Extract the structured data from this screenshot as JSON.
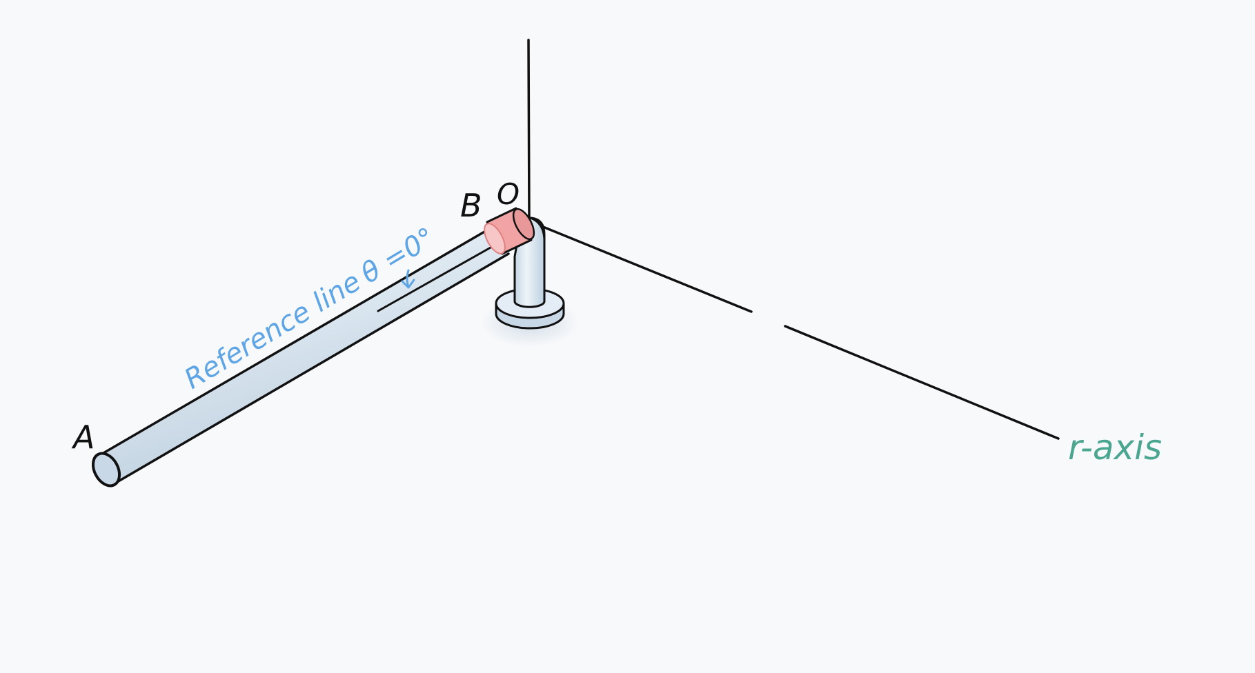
{
  "labels": {
    "point_a": "A",
    "point_b": "B",
    "point_o": "O",
    "reference_line": "Reference line",
    "theta": "θ =0°",
    "r_axis": "r-axis"
  },
  "colors": {
    "background": "#f8f9fb",
    "ink": "#111111",
    "rod_fill": "#dde8f1",
    "rod_highlight": "#f3f8fc",
    "rod_shade": "#b9ccdc",
    "collar": "#f2a3a3",
    "collar_dark": "#e07f7f",
    "reference_blue": "#5ea5e6",
    "r_axis_teal": "#4aa690"
  }
}
